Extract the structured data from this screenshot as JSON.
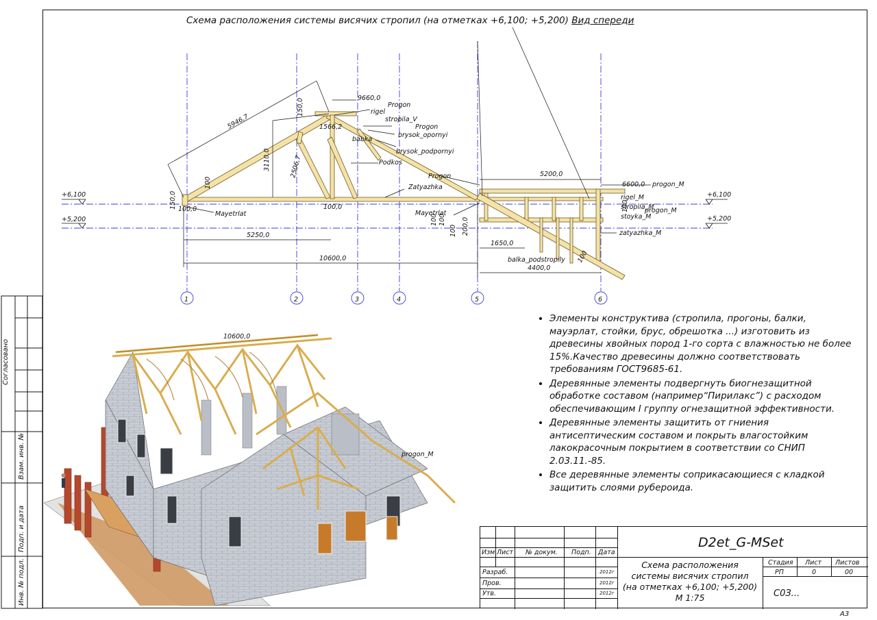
{
  "drawing": {
    "title_main": "Схема расположения системы висячих стропил (на отметках +6,100; +5,200)",
    "title_view": "Вид спереди",
    "sheet_format": "А3"
  },
  "side_stamp": {
    "agreed": "Согласовано",
    "replace_inv": "Взам. инв. №",
    "sign_date": "Подп. и дата",
    "inv_orig": "Инв. № подл."
  },
  "levels": {
    "upper": "+6,100",
    "lower": "+5,200"
  },
  "axes": [
    "1",
    "2",
    "3",
    "4",
    "5",
    "6"
  ],
  "dimensions": [
    "5946,7",
    "9660,0",
    "1566,2",
    "3110,0",
    "2506,7",
    "150,0",
    "100,0",
    "150,0",
    "100,0",
    "5250,0",
    "10600,0",
    "5200,0",
    "6600,0",
    "100",
    "100",
    "100",
    "200,0",
    "1650,0",
    "4400,0",
    "100",
    "100",
    "100"
  ],
  "element_labels": {
    "progon": "Progon",
    "rigel": "rigel",
    "stropila_v": "stropila_V",
    "progon2": "Progon",
    "brysok_oporny": "brysok_opornyi",
    "babka": "babka",
    "brysok_podporny": "brysok_podpornyi",
    "podkos": "Podkos",
    "zatyazhka": "Zatyazhka",
    "progon3": "Progon",
    "mayetrlat": "Mayetrlat",
    "mayetrlat2": "Mayetrlat",
    "progon_m": "progon_M",
    "rigel_m": "rigel_M",
    "stropila_m": "stropila_M",
    "progon_m2": "progon_M",
    "stoyka_m": "stoyka_M",
    "zatyazhka_m": "zatyazhka_M",
    "balka": "balka_podstropily"
  },
  "notes": [
    "Элементы конструктива (стропила, прогоны, балки, мауэрлат, стойки, брус, обрешотка ...) изготовить из древесины хвойных пород 1-го сорта с влажностью не более 15%.Качество древесины должно соответствовать требованиям ГОСТ9685-61.",
    "Деревянные элементы подвергнуть биогнезащитной обработке составом (например“Пирилакс”) с расходом обеспечивающим I группу огнезащитной эффективности.",
    "Деревянные элементы защитить от гниения антисептическим составом и покрыть влагостойким лакокрасочным покрытием в соответствии со СНИП 2.03.11.-85.",
    "Все деревянные элементы соприкасающиеся с кладкой защитить слоями рубероида."
  ],
  "title_block": {
    "code": "D2et_G-MSet",
    "col_izm": "Изм",
    "col_list": "Лист",
    "col_doc": "№ докум.",
    "col_sign": "Подп.",
    "col_date": "Дата",
    "row_razrab": "Разраб.",
    "row_prov": "Пров.",
    "row_utv": "Утв.",
    "date1": "2012г",
    "date2": "2012г",
    "date3": "2012г",
    "name_line1": "Схема расположения",
    "name_line2": "системы висячих стропил",
    "name_line3": "(на отметках +6,100; +5,200)",
    "name_line4": "М 1:75",
    "stage_label": "Стадия",
    "sheet_label": "Лист",
    "sheets_label": "Листов",
    "stage": "РП",
    "sheet": "0",
    "sheets": "00",
    "org": "С0З..."
  },
  "render_3d": {
    "dim_top": "10600,0",
    "label_progon": "progon_M"
  }
}
